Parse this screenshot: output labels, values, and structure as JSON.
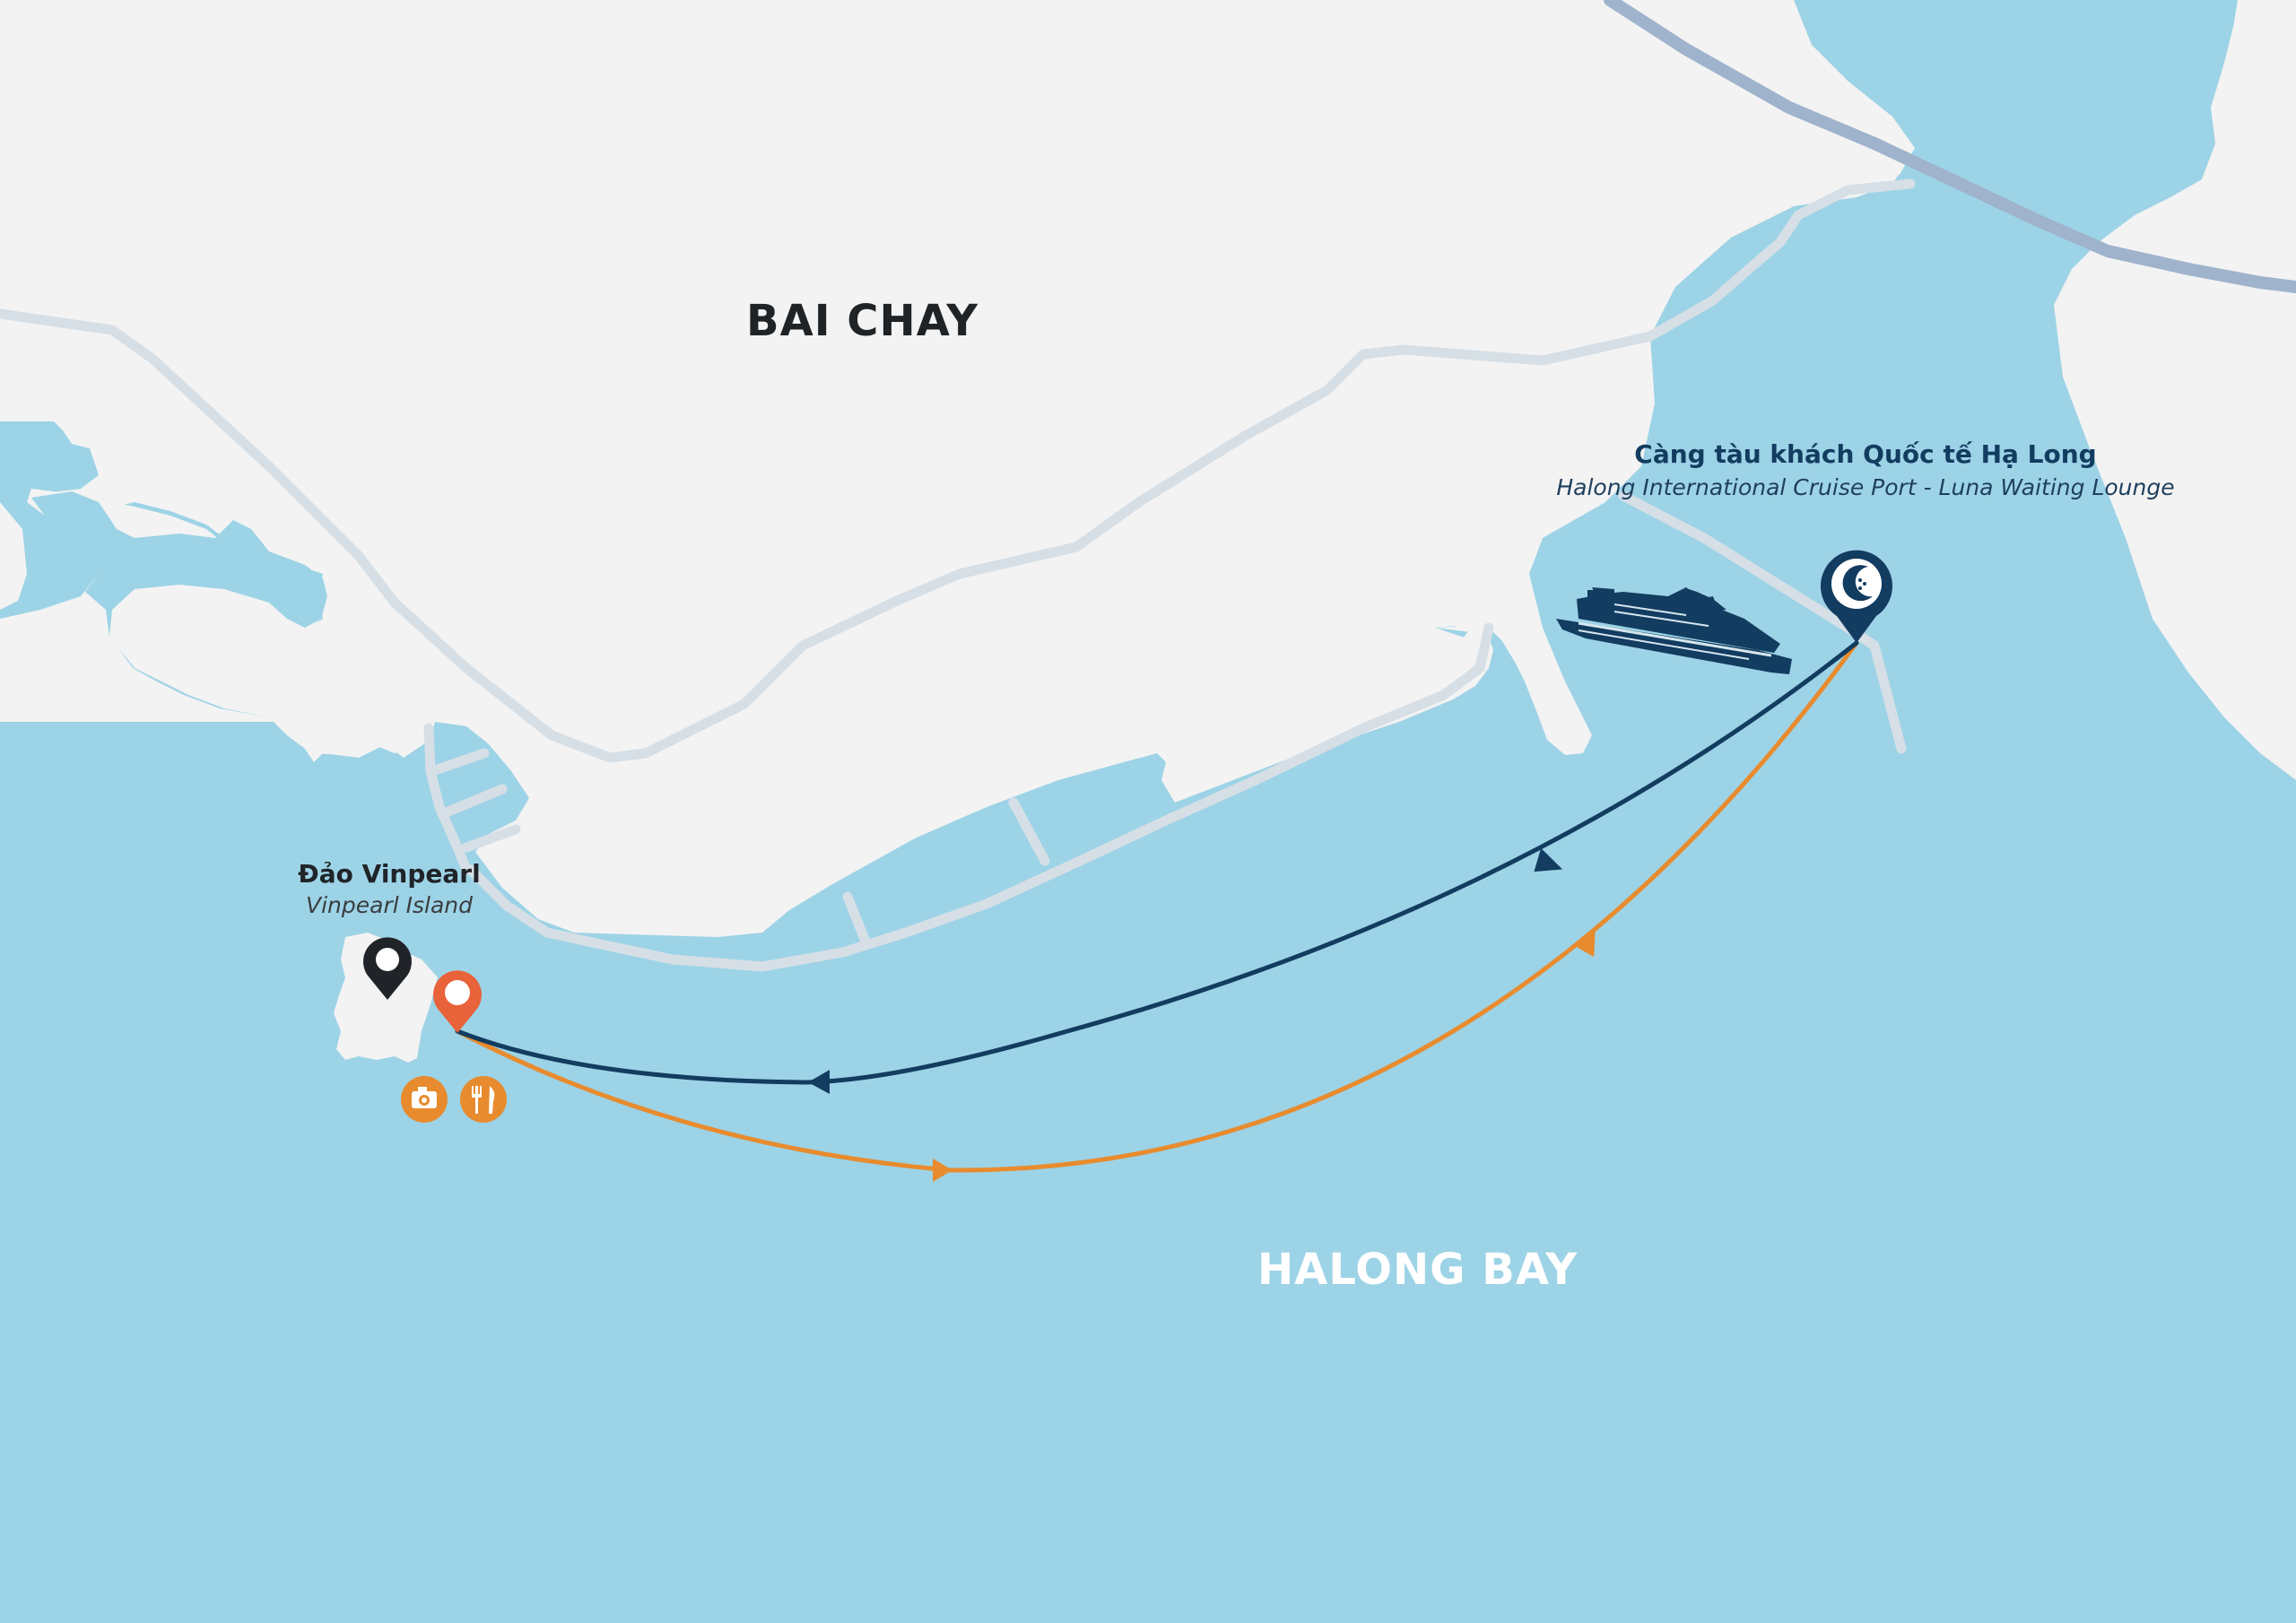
{
  "map": {
    "area_labels": {
      "bai_chay": "BAI CHAY",
      "halong_bay": "HALONG BAY"
    },
    "places": {
      "port": {
        "name": "Càng tàu khách Quốc tế Hạ Long",
        "subtitle": "Halong International Cruise Port - Luna Waiting Lounge"
      },
      "vinpearl": {
        "name": "Đảo Vinpearl",
        "subtitle": "Vinpearl Island"
      }
    },
    "icons": {
      "ship": "cruise-ship-icon",
      "port_marker": "luna-logo-pin-icon",
      "vinpearl_marker": "black-map-pin-icon",
      "stop_marker": "orange-map-pin-icon",
      "amenities": [
        "camera-icon",
        "fork-knife-icon"
      ]
    },
    "colors": {
      "sea": "#9dd3e6",
      "land": "#f3f3f3",
      "road": "#d6dfe6",
      "bridge": "#9fb3cc",
      "outbound_route": "#e88b2e",
      "return_route": "#123c60",
      "stop_marker": "#e8623a",
      "amenity_badge": "#e88b2e"
    }
  }
}
